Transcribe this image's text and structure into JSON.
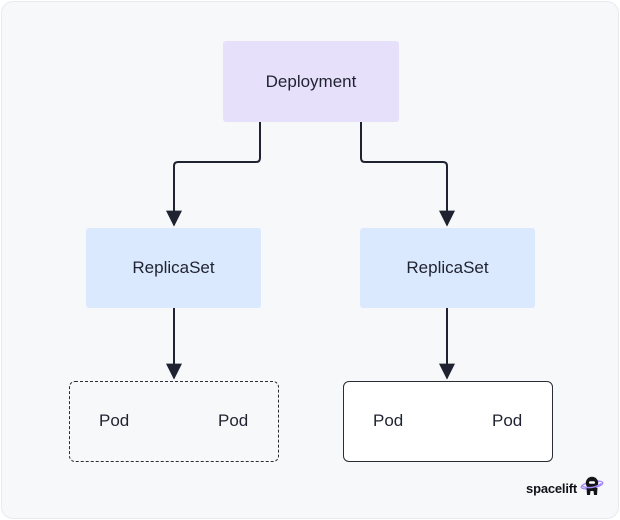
{
  "diagram": {
    "root": {
      "label": "Deployment"
    },
    "replicasets": [
      {
        "label": "ReplicaSet"
      },
      {
        "label": "ReplicaSet"
      }
    ],
    "pod_groups": [
      {
        "style": "dashed",
        "pods": [
          "Pod",
          "Pod"
        ]
      },
      {
        "style": "solid",
        "pods": [
          "Pod",
          "Pod"
        ]
      }
    ]
  },
  "brand": {
    "logo_text": "spacelift",
    "logo_icon": "spacelift-astronaut-icon"
  },
  "colors": {
    "deployment_fill": "#e7e0fb",
    "replicaset_fill": "#dbe9fe",
    "background": "#f7f8fa",
    "stroke": "#1f2230"
  }
}
